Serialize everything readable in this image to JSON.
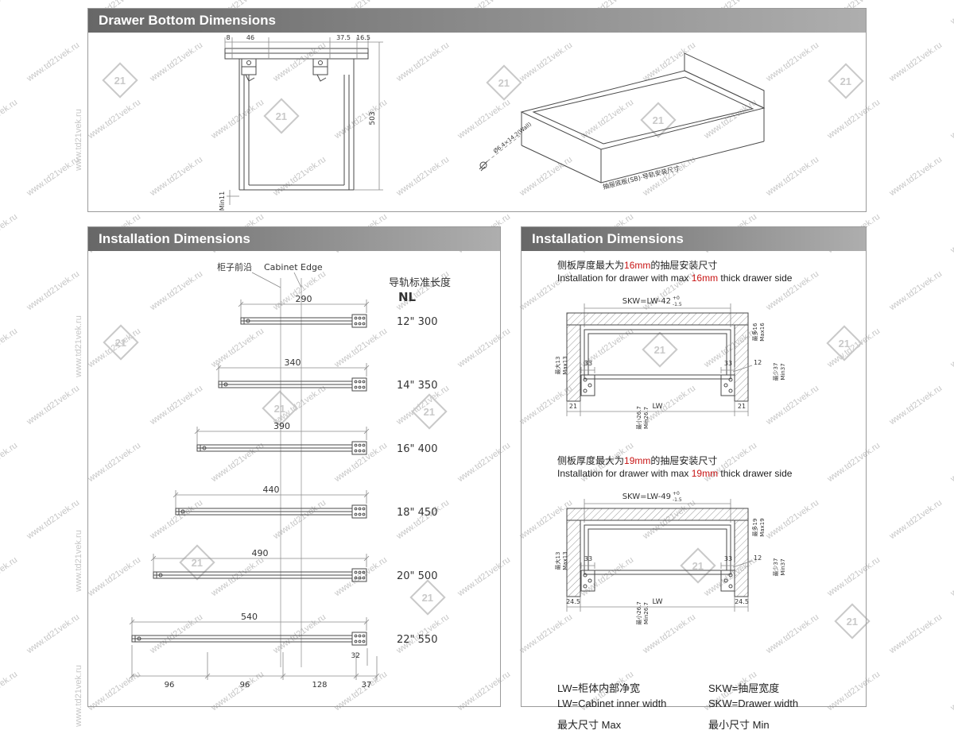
{
  "colors": {
    "accent_red": "#c81414",
    "header_gradient_left": "#676767",
    "header_gradient_right": "#aeaeae",
    "watermark_gray": "#c6c6c6",
    "drawing_stroke": "#4a4a4a"
  },
  "watermark": {
    "url": "www.td21vek.ru",
    "logo": "21"
  },
  "drawer_bottom": {
    "title": "Drawer Bottom Dimensions",
    "front": {
      "dim_a": "8",
      "dim_b": "46",
      "dim_c": "37.5",
      "dim_d": "16.5",
      "dim_height": "503",
      "dim_min": "Min11"
    },
    "iso": {
      "edge_label": "抽屉底板(SB)·导轨安装尺寸",
      "screw_label": "Ø6.4×14.2(Wall)"
    }
  },
  "install_left": {
    "title": "Installation Dimensions",
    "cabinet_edge_cn": "柜子前沿",
    "cabinet_edge_en": "Cabinet Edge",
    "nl_label_cn": "导轨标准长度",
    "nl_code": "NL",
    "rows": [
      {
        "dim": "290",
        "size": "12\" 300"
      },
      {
        "dim": "340",
        "size": "14\" 350"
      },
      {
        "dim": "390",
        "size": "16\" 400"
      },
      {
        "dim": "440",
        "size": "18\" 450"
      },
      {
        "dim": "490",
        "size": "20\" 500"
      },
      {
        "dim": "540",
        "size": "22\" 550"
      }
    ],
    "bottom_dims": [
      "96",
      "96",
      "128",
      "37"
    ],
    "bracket_dim": "32"
  },
  "install_right": {
    "title": "Installation Dimensions",
    "sections": [
      {
        "cn_pre": "侧板厚度最大为",
        "cn_val": "16mm",
        "cn_post": "的抽屉安装尺寸",
        "en_pre": "Installation for drawer with max ",
        "en_val": "16mm",
        "en_post": " thick drawer side",
        "formula": "SKW=LW-42",
        "tol_top": "+0",
        "tol_bot": "-1.5",
        "side_max_cn": "最多16",
        "side_max_en": "Max16",
        "gap_cn": "最大13",
        "gap_en": "Max13",
        "rail_dim_l": "33",
        "rail_dim_r": "33",
        "dim_12": "12",
        "depth_cn": "最少37",
        "depth_en": "Min37",
        "offset_l": "21",
        "offset_r": "21",
        "lw": "LW",
        "bottom_cn": "最小26.7",
        "bottom_en": "Min26.7"
      },
      {
        "cn_pre": "侧板厚度最大为",
        "cn_val": "19mm",
        "cn_post": "的抽屉安装尺寸",
        "en_pre": "Installation for drawer with max ",
        "en_val": "19mm",
        "en_post": " thick drawer side",
        "formula": "SKW=LW-49",
        "tol_top": "+0",
        "tol_bot": "-1.5",
        "side_max_cn": "最多19",
        "side_max_en": "Max19",
        "gap_cn": "最大13",
        "gap_en": "Max13",
        "rail_dim_l": "33",
        "rail_dim_r": "33",
        "dim_12": "12",
        "depth_cn": "最少37",
        "depth_en": "Min37",
        "offset_l": "24.5",
        "offset_r": "24.5",
        "lw": "LW",
        "bottom_cn": "最小26.7",
        "bottom_en": "Min26.7"
      }
    ],
    "legend": {
      "lw_cn": "LW=柜体内部净宽",
      "skw_cn": "SKW=抽屉宽度",
      "lw_en": "LW=Cabinet inner width",
      "skw_en": "SKW=Drawer width",
      "max": "最大尺寸 Max",
      "min": "最小尺寸 Min"
    }
  }
}
